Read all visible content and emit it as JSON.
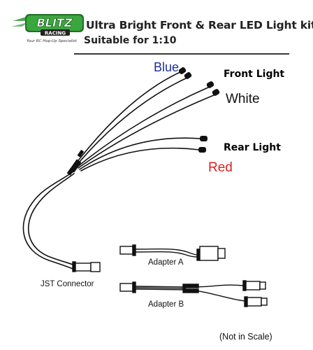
{
  "header": {
    "logo_text": "BLITZ",
    "logo_sub": "RACING",
    "logo_tagline": "Your RC Hop-Up Specialist",
    "title": "Ultra Bright Front & Rear LED Light kit",
    "subtitle": "Suitable for 1:10"
  },
  "labels": {
    "blue": "Blue",
    "front_light": "Front Light",
    "white": "White",
    "rear_light": "Rear Light",
    "red": "Red",
    "jst_connector": "JST Connector",
    "adapter_a": "Adapter A",
    "adapter_b": "Adapter B",
    "scale_note": "(Not in Scale)"
  },
  "colors": {
    "blue_label": "#1c2f9a",
    "red_label": "#e02020",
    "logo_green": "#2e8b2e"
  }
}
